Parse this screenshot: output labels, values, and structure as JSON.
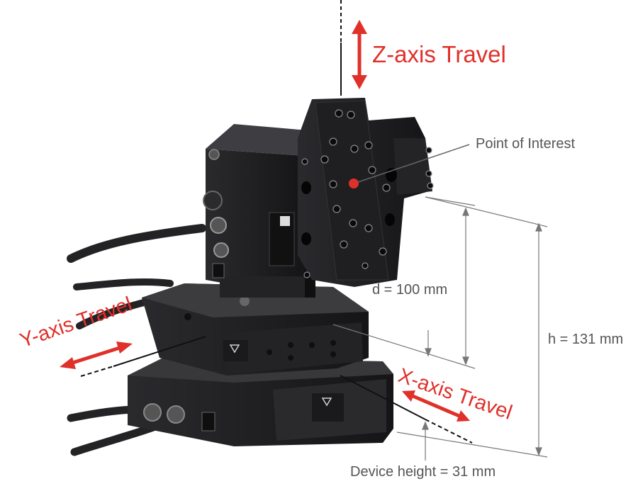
{
  "labels": {
    "z_axis": "Z-axis Travel",
    "y_axis": "Y-axis Travel",
    "x_axis": "X-axis Travel",
    "point_of_interest": "Point of Interest",
    "d": "d = 100 mm",
    "h": "h = 131 mm",
    "device_height": "Device height = 31 mm"
  },
  "colors": {
    "accent_red": "#e0302a",
    "annotation_gray": "#555555",
    "stage_black": "#1c1c1e"
  }
}
